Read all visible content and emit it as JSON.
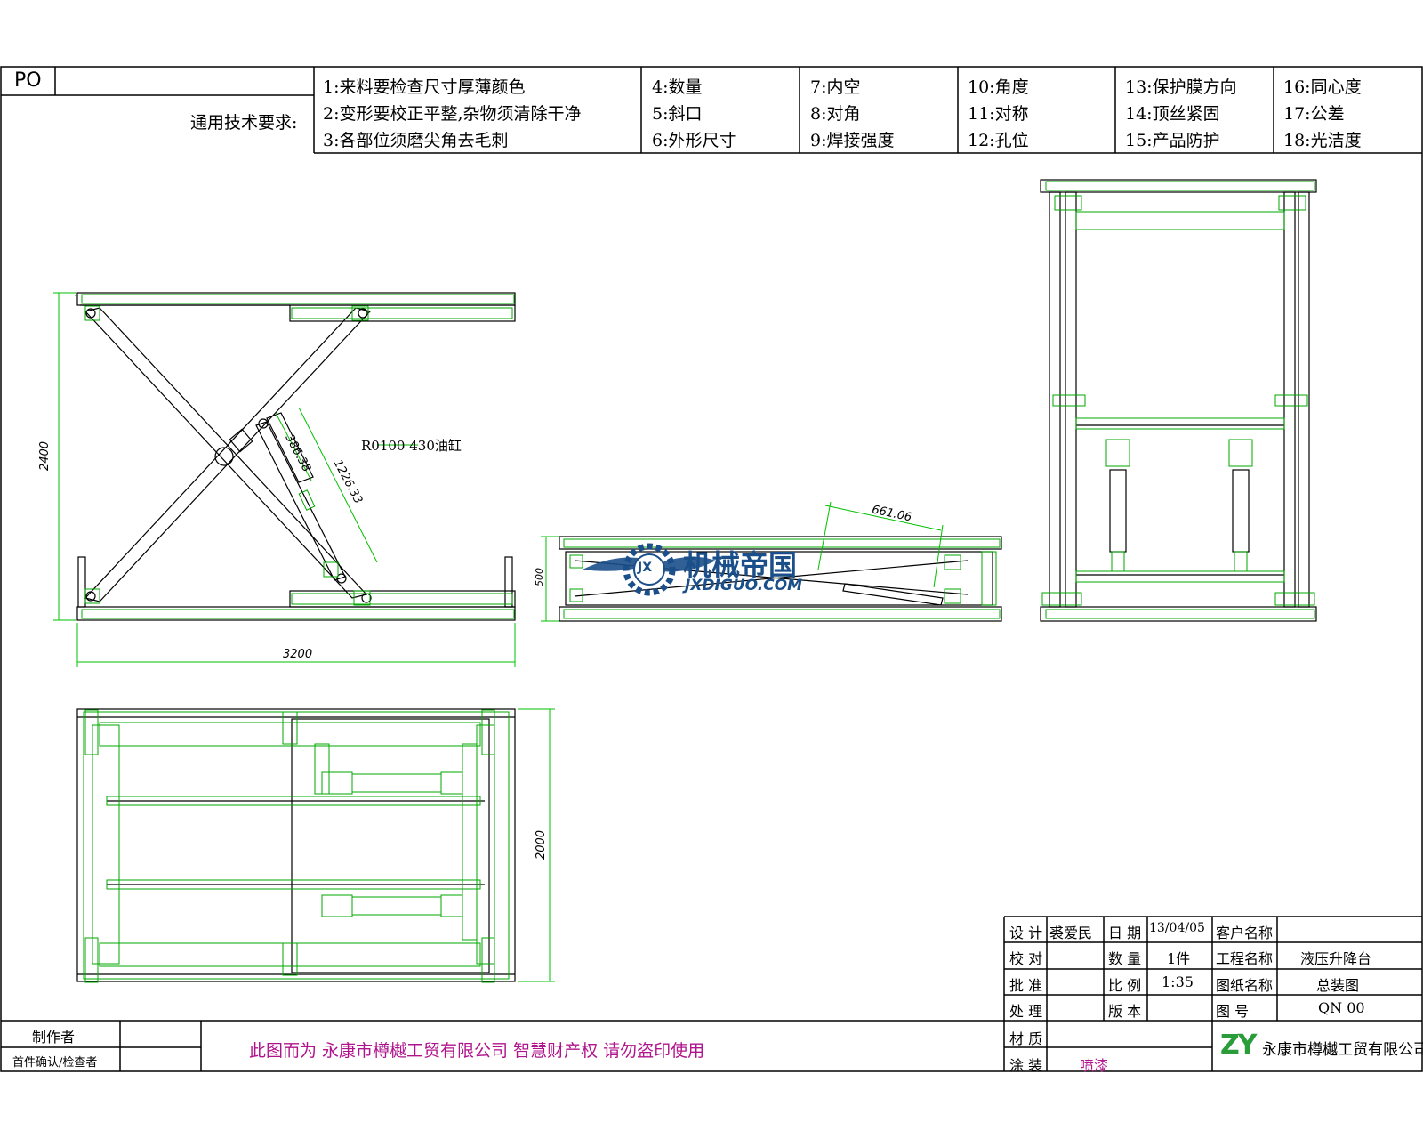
{
  "header": {
    "po_label": "PO",
    "general_label": "通用技术要求:",
    "requirements": [
      "1:来料要检查尺寸厚薄颜色",
      "2:变形要校正平整,杂物须清除干净",
      "3:各部位须磨尖角去毛刺",
      "4:数量",
      "5:斜口",
      "6:外形尺寸",
      "7:内空",
      "8:对角",
      "9:焊接强度",
      "10:角度",
      "11:对称",
      "12:孔位",
      "13:保护膜方向",
      "14:顶丝紧固",
      "15:产品防护",
      "16:同心度",
      "17:公差",
      "18:光洁度"
    ]
  },
  "drawing": {
    "side_view": {
      "height_dim": "2400",
      "width_dim": "3200",
      "cyl_dim1": "386.38",
      "cyl_dim2": "1226.33",
      "cylinder_note": "R0100 430油缸"
    },
    "lowered_view": {
      "height_dim": "500",
      "stroke_dim": "661.06"
    },
    "plan_view": {
      "width_dim": "2000"
    },
    "watermark": {
      "cn": "机械帝国",
      "en": "JXDIGUO.COM",
      "badge": "JX"
    }
  },
  "title_block": {
    "designer_label": "设 计",
    "designer": "裘爱民",
    "date_label": "日 期",
    "date": "13/04/05",
    "client_label": "客户名称",
    "client": "",
    "checker_label": "校 对",
    "qty_label": "数 量",
    "qty": "1件",
    "project_label": "工程名称",
    "project": "液压升降台",
    "approve_label": "批 准",
    "scale_label": "比 例",
    "scale": "1:35",
    "drawing_label": "图纸名称",
    "drawing_name": "总装图",
    "process_label": "处 理",
    "version_label": "版 本",
    "version": "",
    "number_label": "图 号",
    "number": "QN 00",
    "material_label": "材 质",
    "material": "",
    "coating_label": "涂 装",
    "coating": "喷漆",
    "company_logo": "ZY",
    "company_name": "永康市樽樾工贸有限公司"
  },
  "footer": {
    "maker_label": "制作者",
    "confirm_label": "首件确认/检查者",
    "copyright": "此图而为 永康市樽樾工贸有限公司 智慧财产权 请勿盗印使用"
  },
  "colors": {
    "line": "#000000",
    "green": "#00a800",
    "dim": "#00c000",
    "copyright": "#b0148c",
    "watermark": "#1a4f8a",
    "logo_green": "#2a9d3a",
    "logo_red": "#d62c1e"
  }
}
